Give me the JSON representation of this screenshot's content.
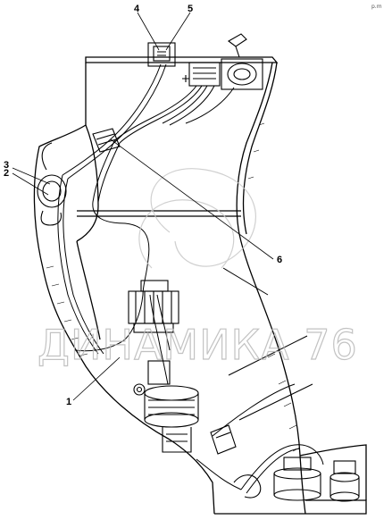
{
  "corner_mark": "p.m",
  "watermark": "ДИНАМИКА 76",
  "callouts": [
    {
      "id": "c1",
      "label": "1"
    },
    {
      "id": "c2",
      "label": "2"
    },
    {
      "id": "c3",
      "label": "3"
    },
    {
      "id": "c4",
      "label": "4"
    },
    {
      "id": "c5",
      "label": "5"
    },
    {
      "id": "c6",
      "label": "6"
    }
  ]
}
